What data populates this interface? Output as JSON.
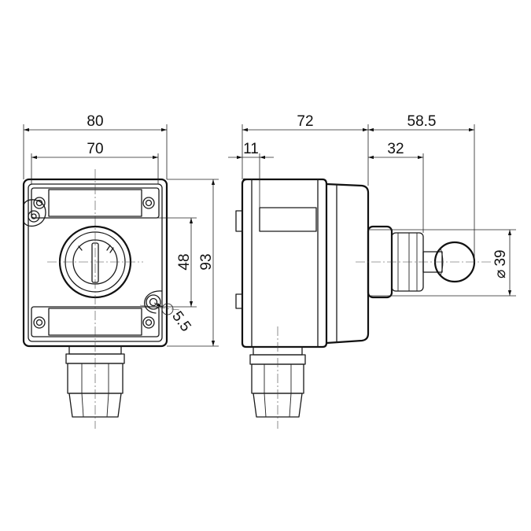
{
  "dimensions": {
    "front_total_width": "80",
    "front_inner_width": "70",
    "front_hole_spacing": "48",
    "front_total_height": "93",
    "mounting_hole": "5.5",
    "side_depth": "72",
    "side_flange": "11",
    "operator_length": "58.5",
    "operator_neck": "32",
    "knob_diameter": "39",
    "diameter_symbol": "⌀"
  },
  "colors": {
    "line": "#1a1a1a",
    "background": "#ffffff"
  }
}
